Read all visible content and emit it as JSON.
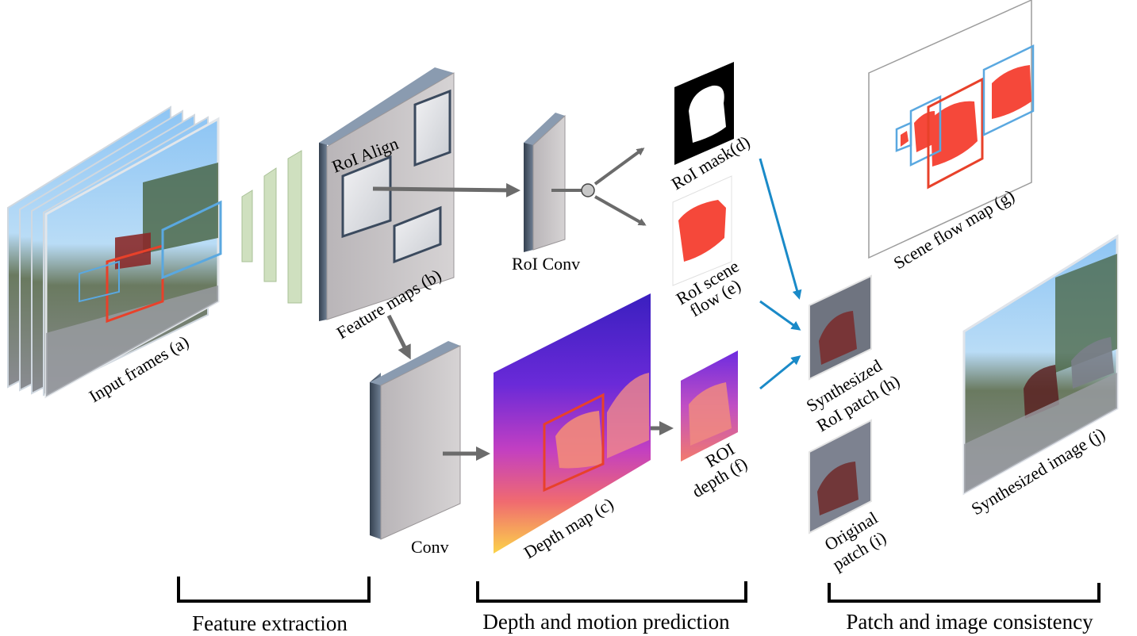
{
  "labels": {
    "input_frames": "Input frames (a)",
    "roi_align": "RoI Align",
    "feature_maps": "Feature maps (b)",
    "roi_conv": "RoI Conv",
    "conv": "Conv",
    "depth_map": "Depth map (c)",
    "roi_mask": "RoI mask(d)",
    "roi_scene_flow_1": "RoI scene",
    "roi_scene_flow_2": "flow (e)",
    "roi_depth_1": "ROI",
    "roi_depth_2": "depth (f)",
    "scene_flow_map": "Scene flow map (g)",
    "synth_patch_1": "Synthesized",
    "synth_patch_2": "RoI patch (h)",
    "orig_patch_1": "Original",
    "orig_patch_2": "patch (i)",
    "synth_image": "Synthesized image (j)"
  },
  "stages": [
    "Feature extraction",
    "Depth and motion prediction",
    "Patch and image consistency"
  ],
  "colors": {
    "arrow_gray": "#6b6b6b",
    "arrow_blue": "#1a8ac8",
    "roi_red": "#e8412a",
    "roi_blue": "#5aa8e0",
    "block_face": "#c9c5c7",
    "block_side": "#46566a",
    "encoder_green": "#cfe0bf",
    "flow_red": "#f5483a"
  }
}
